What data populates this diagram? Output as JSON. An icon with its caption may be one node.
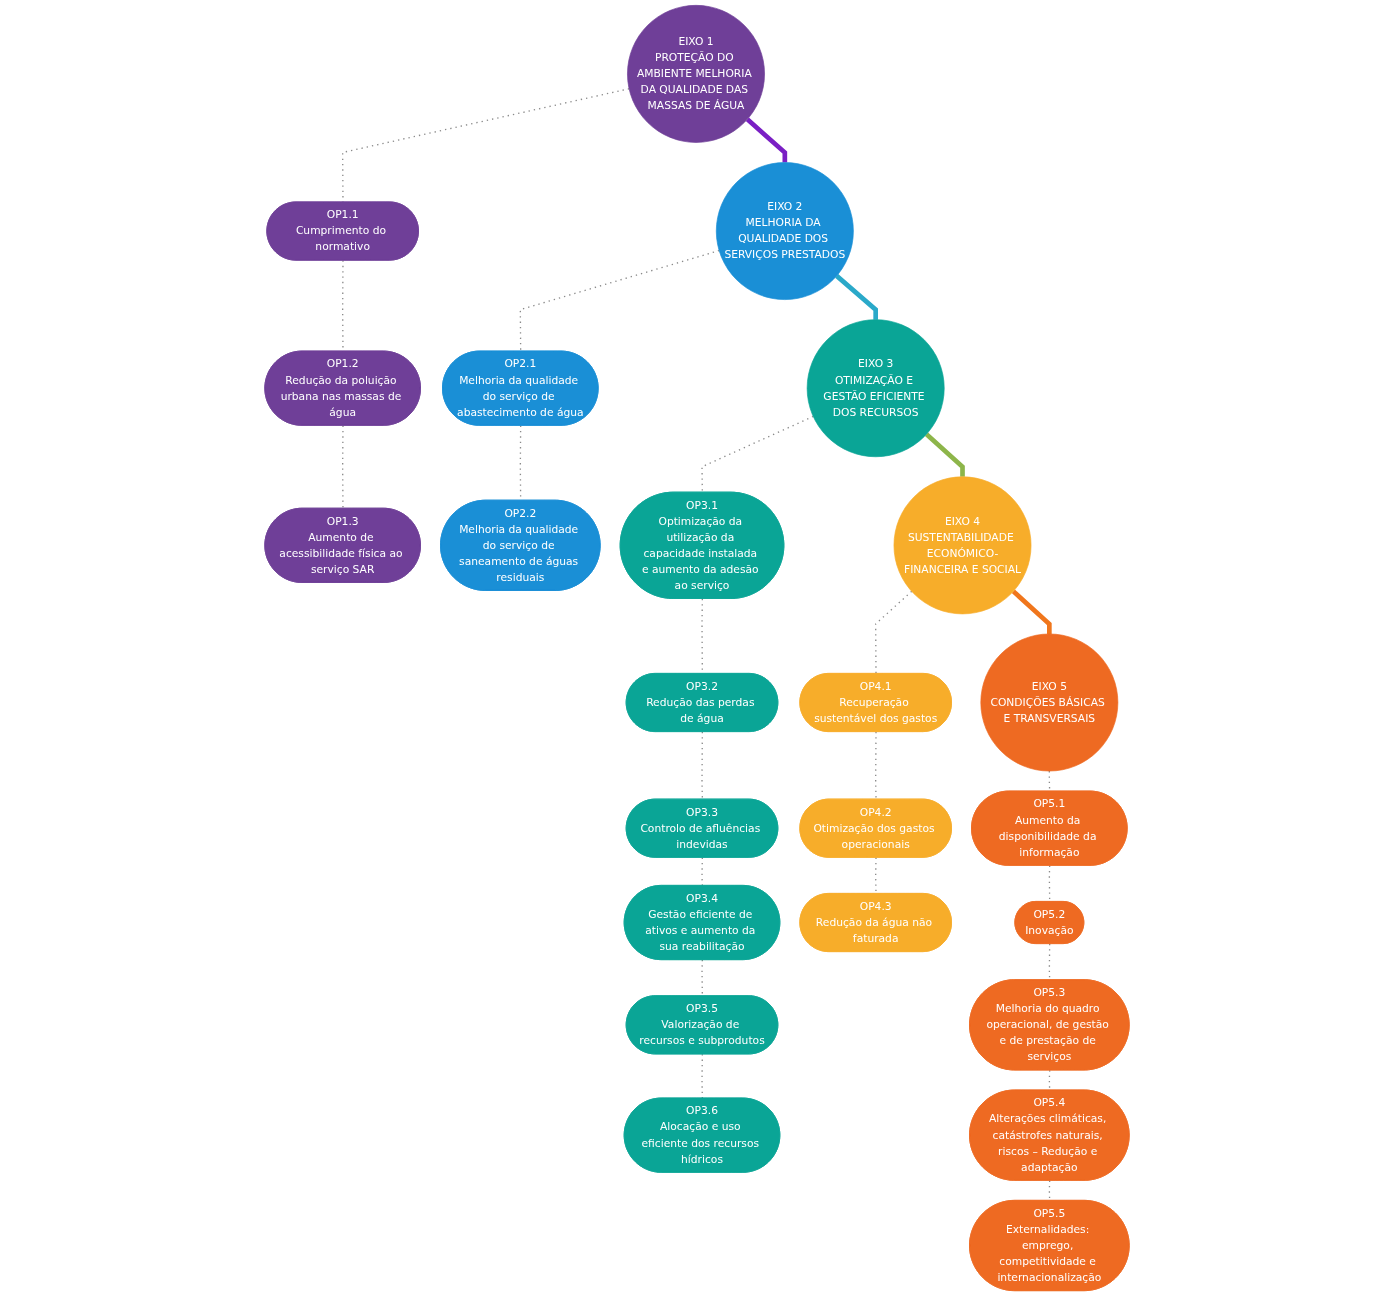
{
  "diagram": {
    "nodes": [
      {
        "text": [
          "EIXO 1",
          "PROTEÇÃO DO AMBIENTE MELHORIA DA QUALIDADE DAS MASSAS DE ÁGUA"
        ]
      },
      {
        "text": [
          "OP1.1",
          "Cumprimento do normativo"
        ]
      },
      {
        "text": [
          "OP1.2",
          "Redução da poluição urbana nas massas de água"
        ]
      },
      {
        "text": [
          "OP1.3",
          "Aumento de acessibilidade física ao serviço SAR"
        ]
      },
      {
        "text": [
          "EIXO 2",
          "MELHORIA DA QUALIDADE DOS SERVIÇOS PRESTADOS"
        ]
      },
      {
        "text": [
          "OP2.1",
          "Melhoria da qualidade do serviço de abastecimento de água"
        ]
      },
      {
        "text": [
          "OP2.2",
          "Melhoria da qualidade do serviço de saneamento de águas residuais"
        ]
      },
      {
        "text": [
          "EIXO 3",
          "OTIMIZAÇÃO E GESTÃO EFICIENTE DOS RECURSOS"
        ]
      },
      {
        "text": [
          "OP3.1",
          "Optimização da utilização da capacidade instalada e aumento da adesão ao serviço"
        ]
      },
      {
        "text": [
          "OP3.2",
          "Redução das perdas de água"
        ]
      },
      {
        "text": [
          "OP3.3",
          "Controlo de afluências indevidas"
        ]
      },
      {
        "text": [
          "OP3.4",
          "Gestão eficiente de ativos e aumento da sua reabilitação"
        ]
      },
      {
        "text": [
          "OP3.5",
          "Valorização de recursos e subprodutos"
        ]
      },
      {
        "text": [
          "OP3.6",
          "Alocação e uso eficiente dos recursos hídricos"
        ]
      },
      {
        "text": [
          "EIXO 4",
          "SUSTENTABILIDADE ECONÓMICO-FINANCEIRA E SOCIAL"
        ]
      },
      {
        "text": [
          "OP4.1",
          "Recuperação sustentável dos gastos"
        ]
      },
      {
        "text": [
          "OP4.2",
          "Otimização dos gastos operacionais"
        ]
      },
      {
        "text": [
          "OP4.3",
          "Redução da água não faturada"
        ]
      },
      {
        "text": [
          "EIXO 5",
          "CONDIÇÕES BÁSICAS E TRANSVERSAIS"
        ]
      },
      {
        "text": [
          "OP5.1",
          "Aumento da disponibilidade da informação"
        ]
      },
      {
        "text": [
          "OP5.2",
          "Inovação"
        ]
      },
      {
        "text": [
          "OP5.3",
          "Melhoria do quadro operacional, de gestão e de prestação de serviços"
        ]
      },
      {
        "text": [
          "OP5.4",
          "Alterações climáticas, catástrofes naturais, riscos – Redução e adaptação"
        ]
      },
      {
        "text": [
          "OP5.5",
          "Externalidades: emprego, competitividade e internacionalização"
        ]
      }
    ],
    "edges": [
      {
        "from": 0,
        "to": 4,
        "arrow": "none",
        "style": "thick",
        "color": "#7a1fc4"
      },
      {
        "from": 4,
        "to": 7,
        "arrow": "none",
        "style": "thick",
        "color": "#2aa9c9"
      },
      {
        "from": 7,
        "to": 14,
        "arrow": "none",
        "style": "thick",
        "color": "#8db54a"
      },
      {
        "from": 14,
        "to": 18,
        "arrow": "none",
        "style": "thick",
        "color": "#f0761c"
      },
      {
        "from": 0,
        "to": 1,
        "arrow": "none",
        "style": "dashed"
      },
      {
        "from": 1,
        "to": 2,
        "arrow": "none",
        "style": "dashed"
      },
      {
        "from": 2,
        "to": 3,
        "arrow": "none",
        "style": "dashed"
      },
      {
        "from": 4,
        "to": 5,
        "arrow": "none",
        "style": "dashed"
      },
      {
        "from": 5,
        "to": 6,
        "arrow": "none",
        "style": "dashed"
      },
      {
        "from": 7,
        "to": 8,
        "arrow": "none",
        "style": "dashed"
      },
      {
        "from": 8,
        "to": 9,
        "arrow": "none",
        "style": "dashed"
      },
      {
        "from": 9,
        "to": 10,
        "arrow": "none",
        "style": "dashed"
      },
      {
        "from": 10,
        "to": 11,
        "arrow": "none",
        "style": "dashed"
      },
      {
        "from": 11,
        "to": 12,
        "arrow": "none",
        "style": "dashed"
      },
      {
        "from": 12,
        "to": 13,
        "arrow": "none",
        "style": "dashed"
      },
      {
        "from": 14,
        "to": 15,
        "arrow": "none",
        "style": "dashed"
      },
      {
        "from": 15,
        "to": 16,
        "arrow": "none",
        "style": "dashed"
      },
      {
        "from": 16,
        "to": 17,
        "arrow": "none",
        "style": "dashed"
      },
      {
        "from": 18,
        "to": 19,
        "arrow": "none",
        "style": "dashed"
      },
      {
        "from": 19,
        "to": 20,
        "arrow": "none",
        "style": "dashed"
      },
      {
        "from": 20,
        "to": 21,
        "arrow": "none",
        "style": "dashed"
      },
      {
        "from": 21,
        "to": 22,
        "arrow": "none",
        "style": "dashed"
      },
      {
        "from": 22,
        "to": 23,
        "arrow": "none",
        "style": "dashed"
      }
    ]
  }
}
